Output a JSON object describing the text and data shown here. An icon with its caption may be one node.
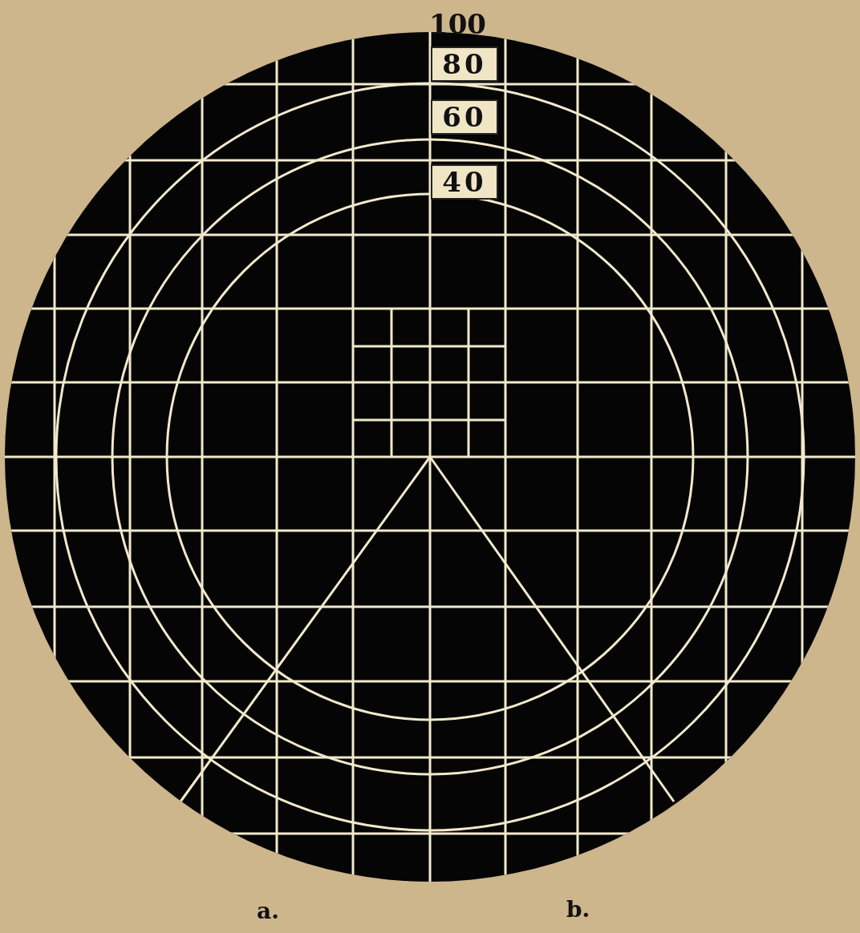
{
  "diagram": {
    "nodes": [
      {
        "text": [
          "80"
        ]
      },
      {
        "text": [
          "60"
        ]
      },
      {
        "text": [
          "40"
        ]
      }
    ],
    "labels": [
      "100",
      "a.",
      "b."
    ]
  }
}
